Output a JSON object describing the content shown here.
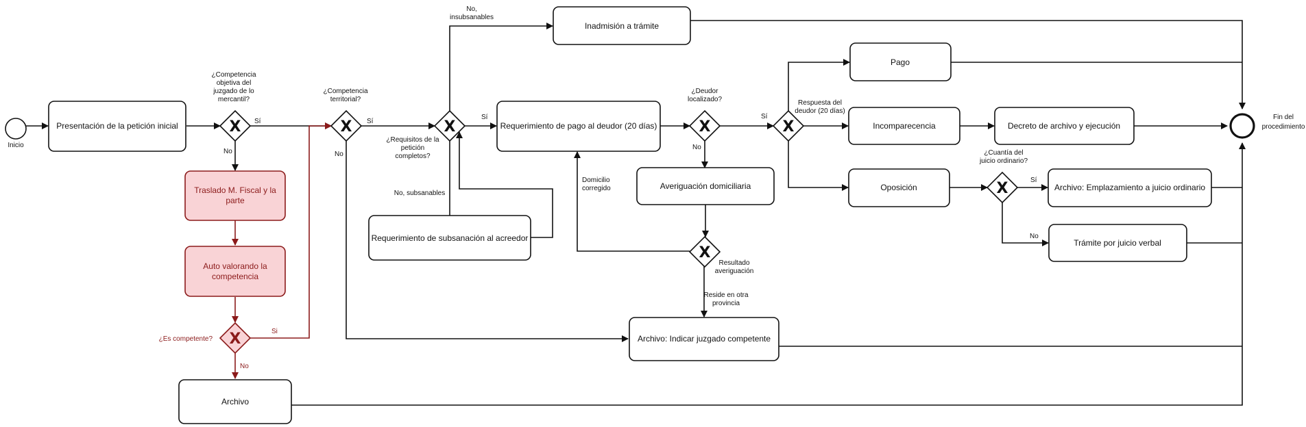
{
  "colors": {
    "stroke": "#111111",
    "red_stroke": "#8b1a1a",
    "red_fill": "#f9d3d6",
    "background": "#ffffff"
  },
  "events": {
    "start": "Inicio",
    "end_line1": "Fin del",
    "end_line2": "procedimiento"
  },
  "tasks": {
    "presentacion": "Presentación de la petición inicial",
    "traslado_l1": "Traslado M. Fiscal y la",
    "traslado_l2": "parte",
    "auto_l1": "Auto valorando la",
    "auto_l2": "competencia",
    "archivo": "Archivo",
    "inadmision": "Inadmisión a trámite",
    "requerimiento_pago": "Requerimiento de pago al deudor (20 días)",
    "subsanacion": "Requerimiento de subsanación al acreedor",
    "averiguacion": "Averiguación domiciliaria",
    "archivo_juzgado": "Archivo: Indicar juzgado competente",
    "pago": "Pago",
    "incomparecencia": "Incomparecencia",
    "oposicion": "Oposición",
    "decreto": "Decreto de archivo y ejecución",
    "emplazamiento": "Archivo: Emplazamiento a juicio ordinario",
    "tramite_verbal": "Trámite por juicio verbal"
  },
  "gateways": {
    "g1_l1": "¿Competencia",
    "g1_l2": "objetiva del",
    "g1_l3": "juzgado de lo",
    "g1_l4": "mercantil?",
    "g2_l1": "¿Competencia",
    "g2_l2": "territorial?",
    "g3_l1": "¿Requisitos de la",
    "g3_l2": "petición",
    "g3_l3": "completos?",
    "g4_l1": "¿Deudor",
    "g4_l2": "localizado?",
    "g5_l1": "Respuesta del",
    "g5_l2": "deudor (20 días)",
    "g6_l1": "¿Cuantía del",
    "g6_l2": "juicio ordinario?",
    "g7_l1": "Resultado",
    "g7_l2": "averiguación",
    "gred": "¿Es competente?",
    "marker": "X"
  },
  "labels": {
    "si": "Sí",
    "no": "No",
    "si_red": "Si",
    "no_insub_l1": "No,",
    "no_insub_l2": "insubsanables",
    "no_subsanables": "No, subsanables",
    "domicilio_l1": "Domicilio",
    "domicilio_l2": "corregido",
    "reside_l1": "Reside en otra",
    "reside_l2": "provincia"
  }
}
